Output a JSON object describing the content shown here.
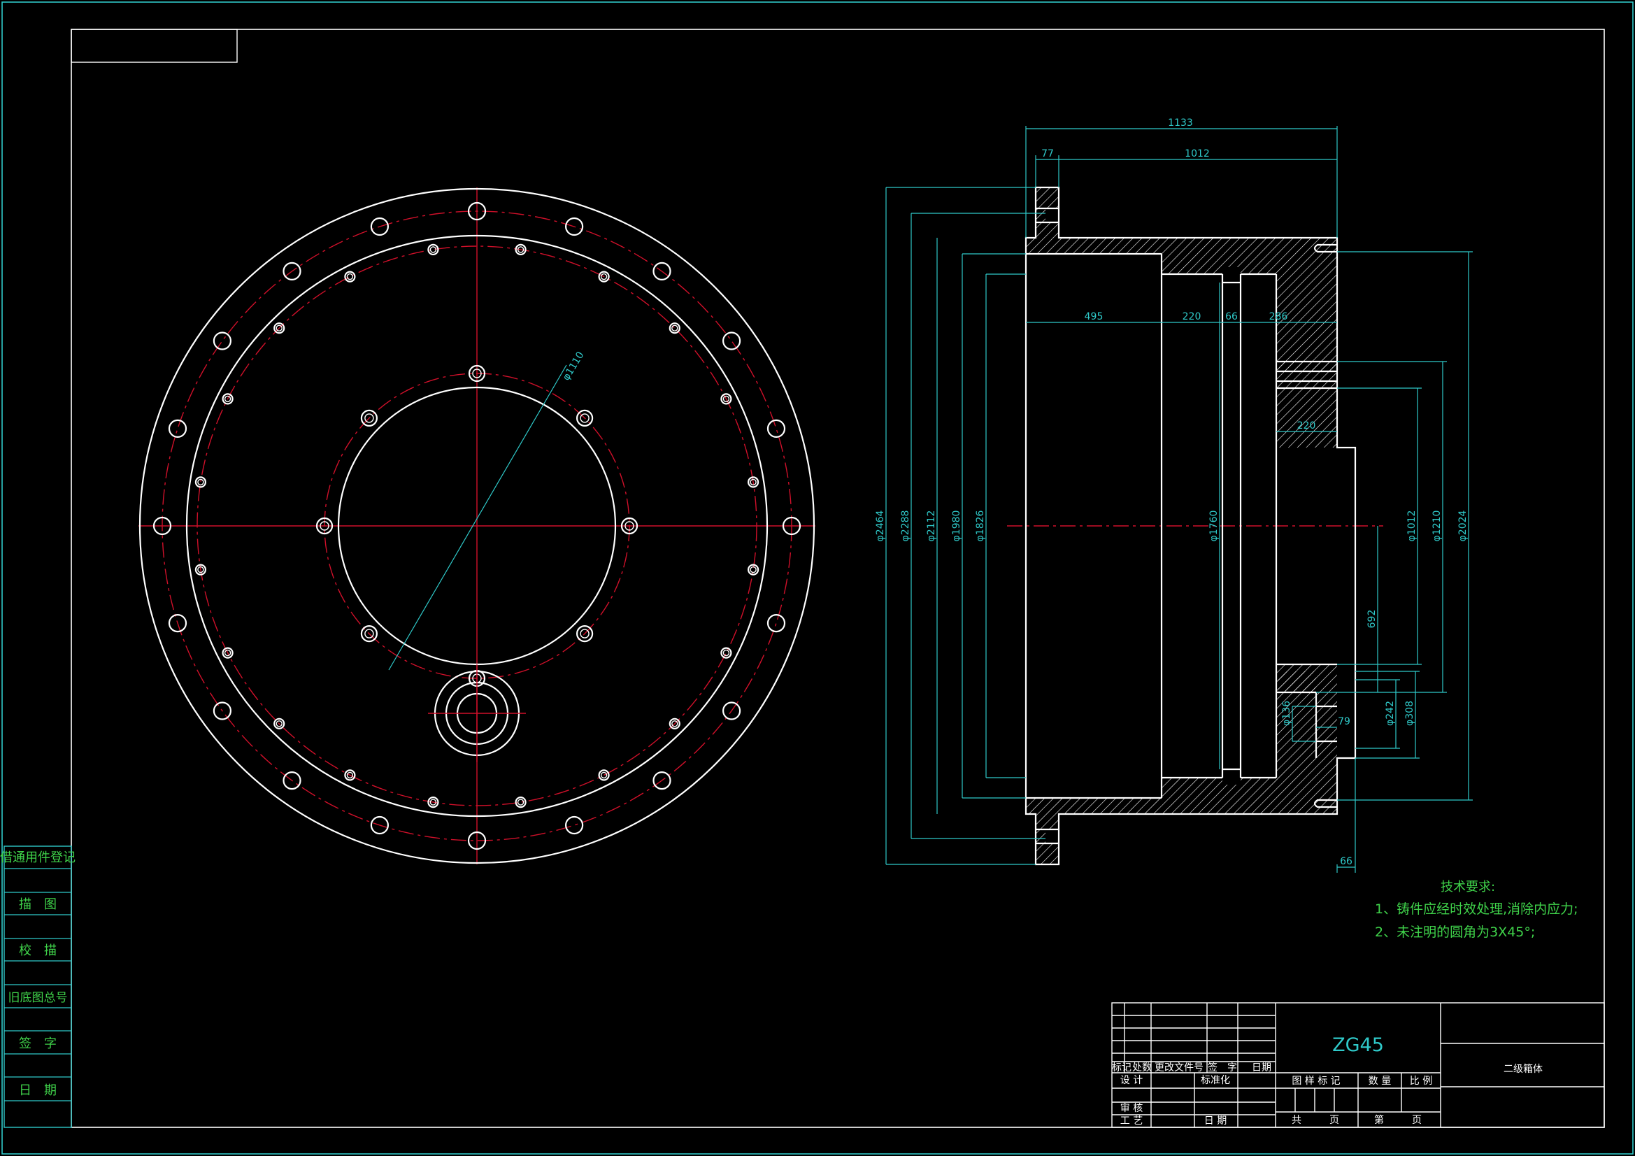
{
  "dimensions": {
    "overall_length": "1133",
    "length_1012": "1012",
    "flange_77": "77",
    "len_495": "495",
    "len_220a": "220",
    "len_66a": "66",
    "len_286": "286",
    "len_220b": "220",
    "len_692": "692",
    "len_79": "79",
    "len_66b": "66",
    "dia_2464": "φ2464",
    "dia_2288": "φ2288",
    "dia_2112": "φ2112",
    "dia_1980": "φ1980",
    "dia_1826": "φ1826",
    "dia_1760": "φ1760",
    "dia_1012": "φ1012",
    "dia_1210": "φ1210",
    "dia_2024": "φ2024",
    "dia_136": "φ136",
    "dia_242": "φ242",
    "dia_308": "φ308",
    "dia_1110": "φ1110"
  },
  "notes": {
    "title": "技术要求:",
    "line1": "1、铸件应经时效处理,消除内应力;",
    "line2": "2、未注明的圆角为3X45°;"
  },
  "side_strip": {
    "items": [
      "借通用件登记",
      "描　图",
      "校　描",
      "旧底图总号",
      "签　字",
      "日　期"
    ]
  },
  "title_block": {
    "material": "ZG45",
    "part_name": "二级箱体",
    "revision_headers": [
      "标记",
      "处数",
      "更改文件号",
      "签　字",
      "日期"
    ],
    "design": "设 计",
    "standardize": "标准化",
    "review": "审 核",
    "process": "工 艺",
    "date": "日 期",
    "stage_mark": "图 样 标 记",
    "weight": "数 量",
    "scale": "比 例",
    "total_sheets": "共",
    "sheet_word": "页",
    "sheet_no": "第",
    "sheet_word2": "页"
  },
  "colors": {
    "background": "#000000",
    "outline": "#ffffff",
    "dimension": "#2fc9c9",
    "centerline": "#d0102a",
    "notes_text": "#3fd24a"
  }
}
